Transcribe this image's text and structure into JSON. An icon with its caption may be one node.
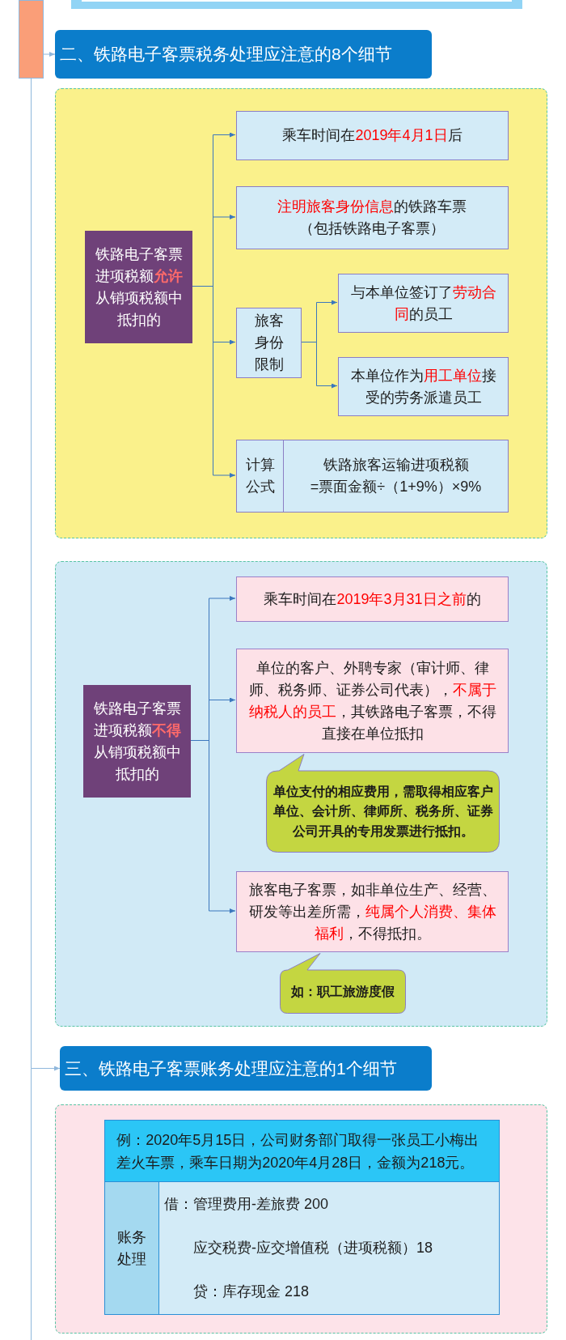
{
  "diagram": {
    "nodes": [
      {
        "text": [],
        "shape": "bar"
      },
      {
        "text": [
          "二、铁路电子客票税务处理应注意的8个细节"
        ]
      },
      {
        "text": [],
        "shape": "box"
      },
      {
        "text": [
          "铁路电子客票进项税额**允许**从销项税额中抵扣的"
        ],
        "in": 2
      },
      {
        "text": [
          "乘车时间在**2019年4月1日**后"
        ],
        "in": 2
      },
      {
        "text": [
          "**注明旅客身份信息**的铁路车票（包括铁路电子客票）"
        ],
        "in": 2
      },
      {
        "text": [
          "旅客身份限制"
        ],
        "in": 2
      },
      {
        "text": [
          "与本单位签订了**劳动合同**的员工"
        ],
        "in": 2
      },
      {
        "text": [
          "本单位作为**用工单位**接受的劳务派遣员工"
        ],
        "in": 2
      },
      {
        "text": [
          "计算公式",
          "铁路旅客运输进项税额",
          "=票面金额÷（1+9%）×9%"
        ],
        "in": 2
      },
      {
        "text": [],
        "shape": "box"
      },
      {
        "text": [
          "铁路电子客票进项税额**不得**从销项税额中抵扣的"
        ],
        "in": 10
      },
      {
        "text": [
          "乘车时间在**2019年3月31日之前**的"
        ],
        "in": 10
      },
      {
        "text": [
          "单位的客户、外聘专家（审计师、律师、税务师、证券公司代表），**不属于纳税人的员工**，其铁路电子客票，不得直接在单位抵扣"
        ],
        "in": 10
      },
      {
        "text": [
          "单位支付的相应费用，需取得相应客户单位、会计所、律师所、税务所、证券公司开具的专用发票进行抵扣。"
        ],
        "in": 10
      },
      {
        "text": [
          "旅客电子客票，如非单位生产、经营、研发等出差所需，**纯属个人消费、集体福利**，不得抵扣。"
        ],
        "in": 10
      },
      {
        "text": [
          "如：职工旅游度假"
        ],
        "in": 10
      },
      {
        "text": [
          "三、铁路电子客票账务处理应注意的1个细节"
        ]
      },
      {
        "text": [],
        "shape": "box"
      },
      {
        "text": [
          "例：2020年5月15日，公司财务部门取得一张员工小梅出差火车票，乘车日期为2020年4月28日，金额为218元。"
        ],
        "in": 18
      },
      {
        "text": [
          "账务处理"
        ],
        "in": 18
      },
      {
        "text": [
          "借：管理费用-差旅费 200",
          "应交税费-应交增值税（进项税额）18",
          "贷：库存现金 218"
        ],
        "in": 18
      }
    ],
    "edges": [
      {
        "from": 0,
        "to": 1,
        "arrow": "to",
        "color": "#8fb7dc"
      },
      {
        "from": 0,
        "to": 17,
        "arrow": "to",
        "color": "#8fb7dc"
      },
      {
        "from": 3,
        "to": 4,
        "arrow": "to"
      },
      {
        "from": 3,
        "to": 5,
        "arrow": "to"
      },
      {
        "from": 3,
        "to": 6,
        "arrow": "to"
      },
      {
        "from": 3,
        "to": 9,
        "arrow": "to"
      },
      {
        "from": 6,
        "to": 7,
        "arrow": "to"
      },
      {
        "from": 6,
        "to": 8,
        "arrow": "to"
      },
      {
        "from": 11,
        "to": 12,
        "arrow": "to"
      },
      {
        "from": 11,
        "to": 13,
        "arrow": "to"
      },
      {
        "from": 11,
        "to": 15,
        "arrow": "to"
      }
    ]
  }
}
